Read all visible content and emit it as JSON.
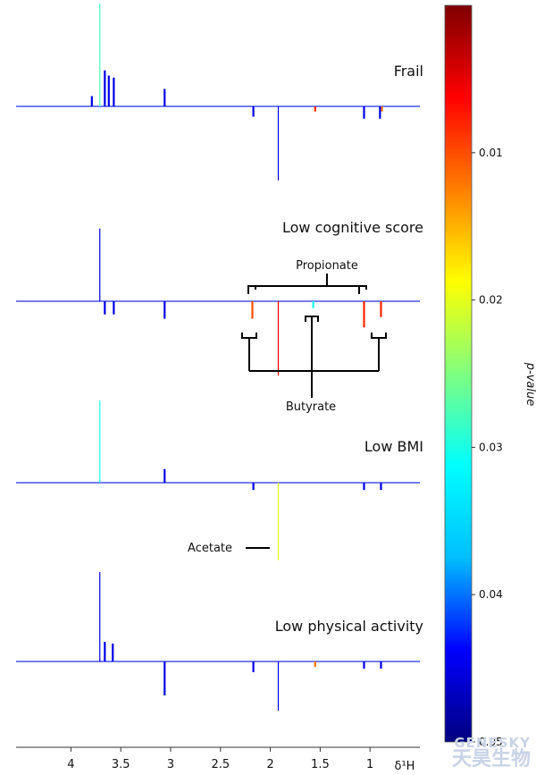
{
  "figure": {
    "panels": [
      {
        "title": "Frail"
      },
      {
        "title": "Low cognitive score"
      },
      {
        "title": "Low BMI"
      },
      {
        "title": "Low physical activity"
      }
    ],
    "annotations": {
      "propionate": "Propionate",
      "butyrate": "Butyrate",
      "acetate": "Acetate"
    },
    "x_axis_label": "δ¹H",
    "colorbar": {
      "label": "p-value",
      "ticks": [
        "0.01",
        "0.02",
        "0.03",
        "0.04",
        "0.05"
      ],
      "colors": [
        "#00007f",
        "#0000ff",
        "#00bfff",
        "#00ffff",
        "#7fff7f",
        "#ffff00",
        "#ff7f00",
        "#ff0000",
        "#7f0000"
      ]
    },
    "watermark": {
      "en": "GENESKY",
      "cn": "天昊生物"
    }
  },
  "chart_data": {
    "type": "line",
    "title": "",
    "xlabel": "δ¹H",
    "ylabel": "",
    "x_reversed": true,
    "xlim": [
      4.55,
      0.5
    ],
    "x_ticks": [
      4,
      3.5,
      3,
      2.5,
      2,
      1.5,
      1
    ],
    "colorbar": {
      "label": "p-value",
      "range": [
        0.0,
        0.05
      ],
      "ticks": [
        0.01,
        0.02,
        0.03,
        0.04,
        0.05
      ]
    },
    "series": [
      {
        "name": "Frail",
        "peaks": [
          {
            "ppm": 3.71,
            "h": 1.0,
            "p": 0.028
          },
          {
            "ppm": 3.66,
            "h": 0.35,
            "p": 0.045
          },
          {
            "ppm": 3.62,
            "h": 0.3,
            "p": 0.045
          },
          {
            "ppm": 3.57,
            "h": 0.28,
            "p": 0.045
          },
          {
            "ppm": 3.79,
            "h": 0.1,
            "p": 0.045
          },
          {
            "ppm": 3.06,
            "h": 0.17,
            "p": 0.045
          },
          {
            "ppm": 2.17,
            "h": -0.1,
            "p": 0.045
          },
          {
            "ppm": 1.92,
            "h": -0.72,
            "p": 0.045
          },
          {
            "ppm": 1.55,
            "h": -0.05,
            "p": 0.008
          },
          {
            "ppm": 1.06,
            "h": -0.12,
            "p": 0.045
          },
          {
            "ppm": 0.9,
            "h": -0.12,
            "p": 0.045
          },
          {
            "ppm": 0.88,
            "h": -0.05,
            "p": 0.012
          }
        ]
      },
      {
        "name": "Low cognitive score",
        "peaks": [
          {
            "ppm": 3.71,
            "h": 0.83,
            "p": 0.045
          },
          {
            "ppm": 3.66,
            "h": -0.15,
            "p": 0.045
          },
          {
            "ppm": 3.57,
            "h": -0.15,
            "p": 0.045
          },
          {
            "ppm": 3.06,
            "h": -0.2,
            "p": 0.045
          },
          {
            "ppm": 2.18,
            "h": -0.2,
            "p": 0.01
          },
          {
            "ppm": 1.92,
            "h": -0.85,
            "p": 0.005
          },
          {
            "ppm": 1.57,
            "h": -0.08,
            "p": 0.03
          },
          {
            "ppm": 1.06,
            "h": -0.3,
            "p": 0.008
          },
          {
            "ppm": 0.89,
            "h": -0.18,
            "p": 0.008
          }
        ]
      },
      {
        "name": "Low BMI",
        "peaks": [
          {
            "ppm": 3.71,
            "h": 0.9,
            "p": 0.03
          },
          {
            "ppm": 3.06,
            "h": 0.15,
            "p": 0.045
          },
          {
            "ppm": 2.17,
            "h": -0.08,
            "p": 0.045
          },
          {
            "ppm": 1.92,
            "h": -0.85,
            "p": 0.02
          },
          {
            "ppm": 1.06,
            "h": -0.08,
            "p": 0.045
          },
          {
            "ppm": 0.89,
            "h": -0.08,
            "p": 0.045
          }
        ]
      },
      {
        "name": "Low physical activity",
        "peaks": [
          {
            "ppm": 3.71,
            "h": 1.0,
            "p": 0.045
          },
          {
            "ppm": 3.66,
            "h": 0.22,
            "p": 0.045
          },
          {
            "ppm": 3.58,
            "h": 0.2,
            "p": 0.045
          },
          {
            "ppm": 3.06,
            "h": -0.38,
            "p": 0.045
          },
          {
            "ppm": 2.17,
            "h": -0.12,
            "p": 0.045
          },
          {
            "ppm": 1.92,
            "h": -0.55,
            "p": 0.045
          },
          {
            "ppm": 1.55,
            "h": -0.06,
            "p": 0.012
          },
          {
            "ppm": 1.06,
            "h": -0.08,
            "p": 0.045
          },
          {
            "ppm": 0.89,
            "h": -0.08,
            "p": 0.045
          }
        ]
      }
    ]
  }
}
